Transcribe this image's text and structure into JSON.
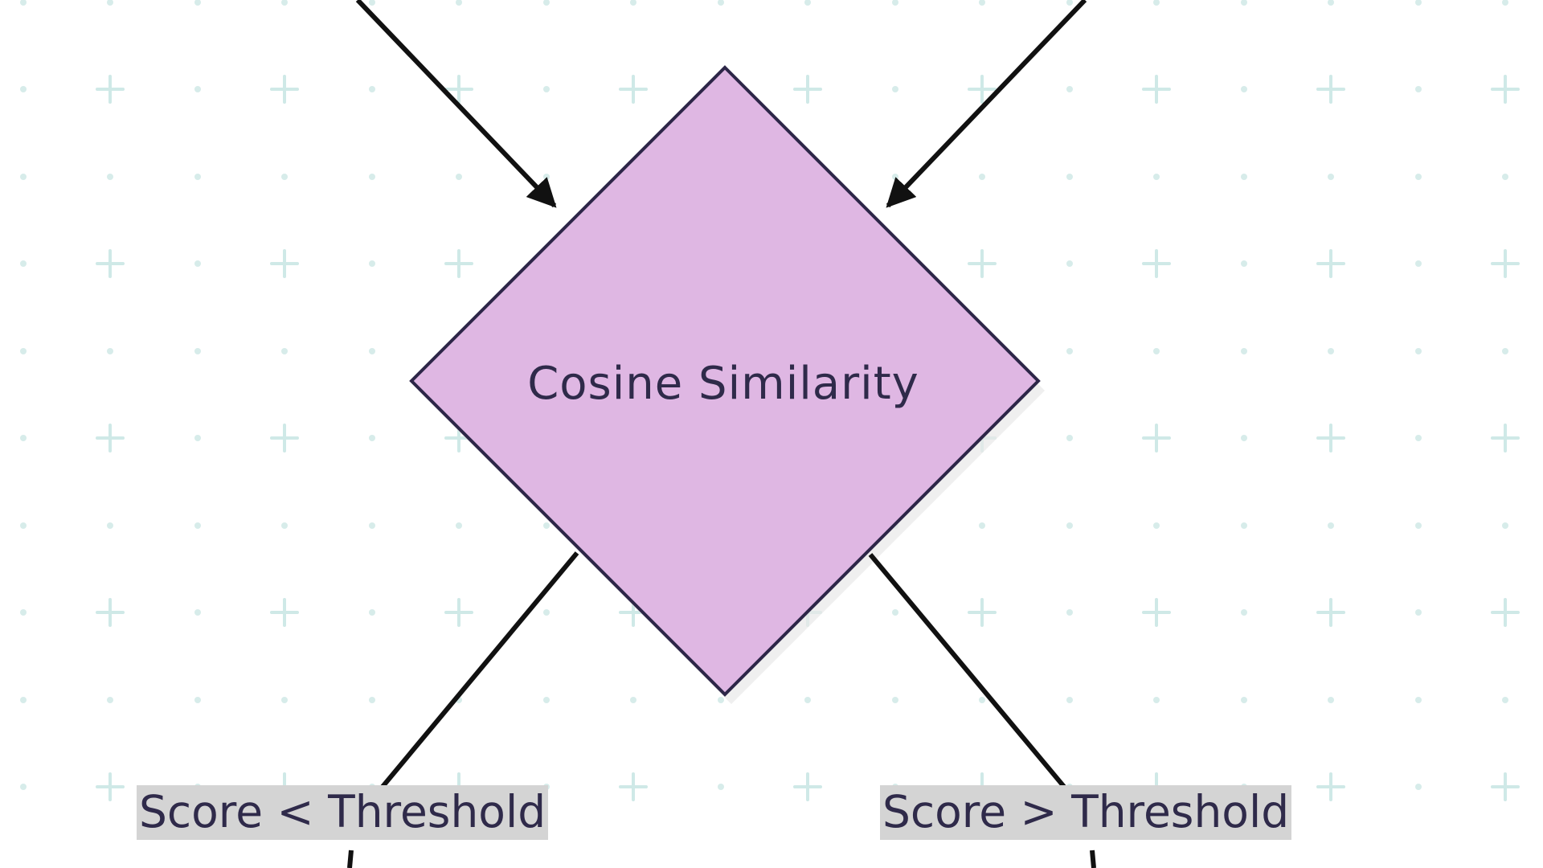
{
  "diagram": {
    "decision_node": {
      "label": "Cosine Similarity",
      "fill": "#dfb7e3",
      "stroke": "#2d2648"
    },
    "edge_labels": {
      "left": "Score < Threshold",
      "right": "Score > Threshold"
    },
    "colors": {
      "background": "#ffffff",
      "grid_mark": "#cfe9e7",
      "edge_stroke": "#111111",
      "edge_label_bg": "#d4d4d4",
      "text": "#2f2a4a"
    }
  }
}
